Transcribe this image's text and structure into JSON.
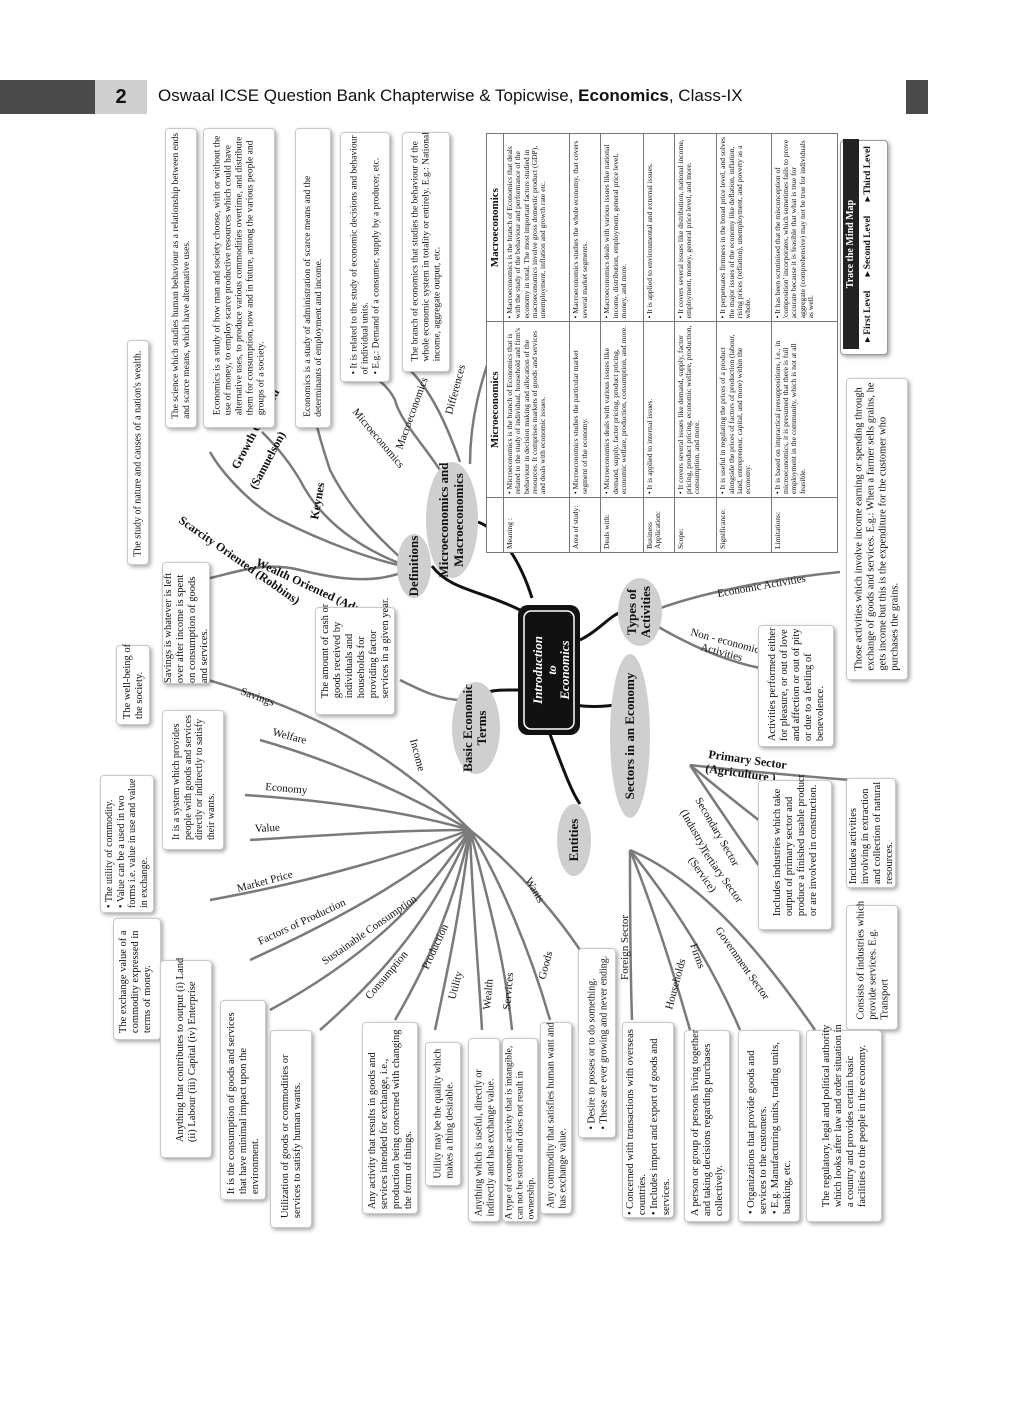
{
  "header": {
    "page_number": "2",
    "title_prefix": "Oswaal ICSE Question Bank Chapterwise & Topicwise, ",
    "title_bold": "Economics",
    "title_suffix": ", Class-IX"
  },
  "central": {
    "line1": "Introduction",
    "line2": "to",
    "line3": "Economics"
  },
  "bubbles": {
    "definitions": "Definitions",
    "micro_macro_1": "Microeconomics and",
    "micro_macro_2": "Macroeconomics",
    "types_1": "Types of",
    "types_2": "Activities",
    "sectors": "Sectors in an Economy",
    "entities": "Entities",
    "basic_1": "Basic Economic",
    "basic_2": "Terms"
  },
  "definitions": {
    "wealth_label": "Wealth Oriented (Adams)",
    "wealth_text": "The study of nature and causes of a nation's wealth.",
    "scarcity_label": "Scarcity Oriented (Robbins)",
    "scarcity_text": "The science which studies human behaviour as a relationship between ends and scarce means, which have alternative uses.",
    "growth_label_1": "Growth Oriented",
    "growth_label_2": "(Samuelson)",
    "growth_text": "Economics is a study of how man and society choose, with or without the use of money, to employ scarce productive resources which could have alternative uses, to produce various commodities overtime, and distribute them for consumption, now and in future, among the various people and groups of a society.",
    "keynes_label": "Keynes",
    "keynes_text": "Economics is a study of administration of scarce means and the determinants of employment and income."
  },
  "micro_macro": {
    "micro_label": "Microeconomics",
    "micro_b1": "It is related to the study of economic decisions and behaviour of individual units.",
    "micro_b2": "E.g.: Demand of a consumer, supply by a producer, etc.",
    "macro_label": "Macroeconomics",
    "macro_text": "The branch of economics that studies the behaviour of the whole economic system in totality or entirely. E.g.: National income, aggregate output, etc.",
    "differences_label": "Differences"
  },
  "table": {
    "head_micro": "Microeconomics",
    "head_macro": "Macroeconomics",
    "rows": [
      {
        "label": "Meaning :",
        "micro": "Microeconomics is the branch of Economics that is related to the study of individual, household and firm's behaviour in decision making and allocation of the resources. It comprises markets of goods and services and deals with economic issues.",
        "macro": "Macroeconomics is the branch of Economics that deals with the study of the behaviour and performance of the economy in total. The most important factors studied in macroeconomics involve gross domestic product (GDP), unemployment, inflation and growth rate etc."
      },
      {
        "label": "Area of study:",
        "micro": "Microeconomics studies the particular market segment of the economy.",
        "macro": "Macroeconomics studies the whole economy, that covers several market segments."
      },
      {
        "label": "Deals with:",
        "micro": "Microeconomics deals with various issues like demand, supply, factor pricing, product pricing, economic welfare, production, consumption, and more.",
        "macro": "Macroeconomics deals with various issues like national income, distribution, employment, general price level, money, and more."
      },
      {
        "label": "Business Application:",
        "micro": "It is applied to internal issues.",
        "macro": "It is applied to environmental and external issues."
      },
      {
        "label": "Scope:",
        "micro": "It covers several issues like demand, supply, factor pricing, product pricing, economic welfare, production, consumption, and more.",
        "macro": "It covers several issues like distribution, national income, employment, money, general price level, and more."
      },
      {
        "label": "Significance:",
        "micro": "It is useful in regulating the prices of a product alongside the prices of factors of production (labour, land, entrepreneur, capital, and more) within the economy.",
        "macro": "It perpetuates firmness in the broad price level, and solves the major issues of the economy like deflation, inflation, rising prices (reflation), unemployment, and poverty as a whole."
      },
      {
        "label": "Limitations:",
        "micro": "It is based on impractical presuppositions, i.e., in microeconomics, it is presumed that there is full employment in the community, which is not at all feasible.",
        "macro": "It has been scrutinised that the misconception of 'composition' incorporates, which sometimes fails to prove accurate because it is feasible that what is true for aggregate (comprehensive) may not be true for individuals as well."
      }
    ]
  },
  "trace": {
    "title": "Trace the Mind Map",
    "first": "First Level",
    "second": "Second Level",
    "third": "Third Level"
  },
  "activities": {
    "economic_label": "Economic Activities",
    "economic_text": "Those activities which involve income earning or spending through exchange of goods and services. E.g.: When a farmer sells grains, he gets income but this is the expenditure for the customer who purchases the grains.",
    "non_label_1": "Non - economic",
    "non_label_2": "Activities",
    "non_text": "Activities performed either for pleasure, or out of love and affection or out of pity or due to a feeling of benevolence."
  },
  "sectors": {
    "primary_label_1": "Primary Sector",
    "primary_label_2": "(Agriculture )",
    "primary_text": "Includes activities involving in extraction and collection of natural resources.",
    "secondary_label_1": "Secondary Sector",
    "secondary_label_2": "(Industry)",
    "secondary_text": "Includes industries which take output of primary sector and produce a finished usable product or are involved in construction.",
    "tertiary_label_1": "Tertiary Sector",
    "tertiary_label_2": "(Service)",
    "tertiary_text": "Consists of industries which provide services. E.g. Transport"
  },
  "entities": {
    "foreign_label": "Foreign Sector",
    "foreign_b1": "Concerned with transactions with overseas countries.",
    "foreign_b2": "Includes import and export of goods and services.",
    "households_label": "Households",
    "households_text": "A person or group of persons living together and taking decisions regarding purchases collectively.",
    "firms_label": "Firms",
    "firms_b1": "Organizations that provide goods and services to the customers.",
    "firms_b2": "E.g. Manufacturing units, trading units, banking, etc.",
    "gov_label": "Government Sector",
    "gov_text": "The regulatory, legal and political authority which looks after law and order situation in a country and provides certain basic facilities to the people in the economy."
  },
  "basic_terms": {
    "income_label": "Income",
    "income_text": "The amount of cash or goods received by individuals and households for providing factor services in a given year.",
    "savings_label": "Savings",
    "savings_text": "Savings is whatever is left over after income is spent on consumption of goods and services.",
    "welfare_label": "Welfare",
    "welfare_text": "The well-being of the society.",
    "economy_label": "Economy",
    "economy_text": "It is a system which provides people with goods and services directly or indirectly to satisfy their wants.",
    "value_label": "Value",
    "value_b1": "The utility of commodity.",
    "value_b2": "Value can be a used in two forms i.e. value in use and value in exchange.",
    "market_label": "Market Price",
    "market_text": "The exchange value of a commodity expressed in terms of money.",
    "factors_label": "Factors of Production",
    "factors_text": "Anything that contributes to output (i) Land (ii) Labour (iii) Capital (iv) Enterprise",
    "sustainable_label": "Sustainable Consumption",
    "sustainable_text": "It is the consumption of goods and services that have minimal impact upon the environment.",
    "consumption_label": "Consumption",
    "consumption_text": "Utilization of goods or commodities or services to satisfy human wants.",
    "production_label": "Production",
    "production_text": "Any activity that results in goods and services intended for exchange, i.e., production being concerned with changing the form of things.",
    "utility_label": "Utility",
    "utility_text": "Utility may be the quality which makes a thing desirable.",
    "wealth_label": "Wealth",
    "wealth_text": "Anything which is useful, directly or indirectly and has exchange value.",
    "services_label": "Services",
    "services_text": "A type of economic activity that is intangible, can not be stored and does not result in ownership.",
    "goods_label": "Goods",
    "goods_text": "Any commodity that satisfies human want and has exchange value.",
    "wants_label": "Wants",
    "wants_b1": "Desire to posses or to do something.",
    "wants_b2": "These are ever growing and never ending."
  }
}
